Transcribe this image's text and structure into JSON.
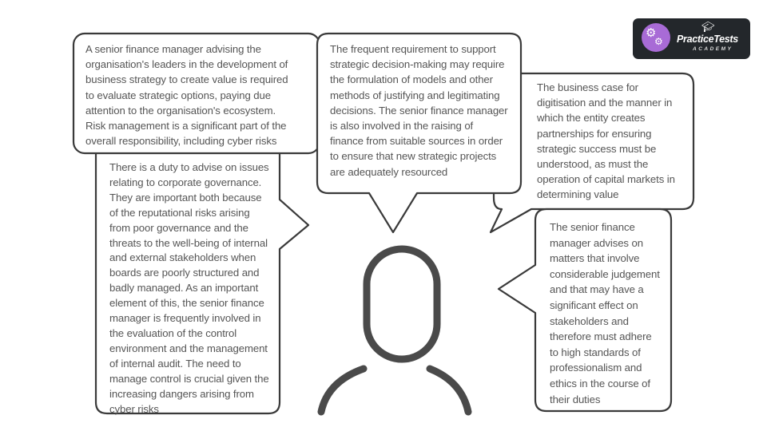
{
  "logo": {
    "name": "PracticeTests",
    "sub": "ACADEMY",
    "icon": "gears-speech-bubble-icon",
    "brand_color": "#a86bd6",
    "background": "#23272b"
  },
  "bubbles": [
    {
      "id": "strategy",
      "lines": [
        "A senior finance manager advising the",
        "organisation's leaders in the development of",
        "business strategy to create value is required",
        "to evaluate strategic options, paying due",
        "attention to the organisation's ecosystem.",
        "Risk management is a significant part of the",
        "overall responsibility, including cyber risks"
      ]
    },
    {
      "id": "governance",
      "lines": [
        "There is a duty to advise on issues",
        "relating to corporate governance.",
        "They are important both because",
        "of the reputational risks arising",
        "from poor governance and the",
        "threats to the well-being of internal",
        "and external stakeholders when",
        "boards are poorly structured and",
        "badly managed. As an important",
        "element of this, the senior finance",
        "manager is frequently involved in",
        "the evaluation of the control",
        "environment and the management",
        "of internal audit. The need to",
        "manage control is crucial given the",
        "increasing dangers arising from",
        "cyber risks"
      ]
    },
    {
      "id": "decision-making",
      "lines": [
        "The frequent requirement to support",
        "strategic decision-making may require",
        "the formulation of models and other",
        "methods of justifying and legitimating",
        "decisions. The senior finance manager",
        "is also involved in the raising of",
        "finance from suitable sources in order",
        "to ensure that new strategic projects",
        "are adequately resourced"
      ]
    },
    {
      "id": "digitisation",
      "lines": [
        "The business case for",
        "digitisation and the manner in",
        "which the entity creates",
        "partnerships for ensuring",
        "strategic success must be",
        "understood, as must the",
        "operation of capital markets in",
        "determining value"
      ]
    },
    {
      "id": "ethics",
      "lines": [
        "The senior finance",
        "manager advises on",
        "matters that involve",
        "considerable judgement",
        "and that may have a",
        "significant effect on",
        "stakeholders and",
        "therefore must adhere",
        "to high standards of",
        "professionalism and",
        "ethics in the course of",
        "their duties"
      ]
    }
  ]
}
